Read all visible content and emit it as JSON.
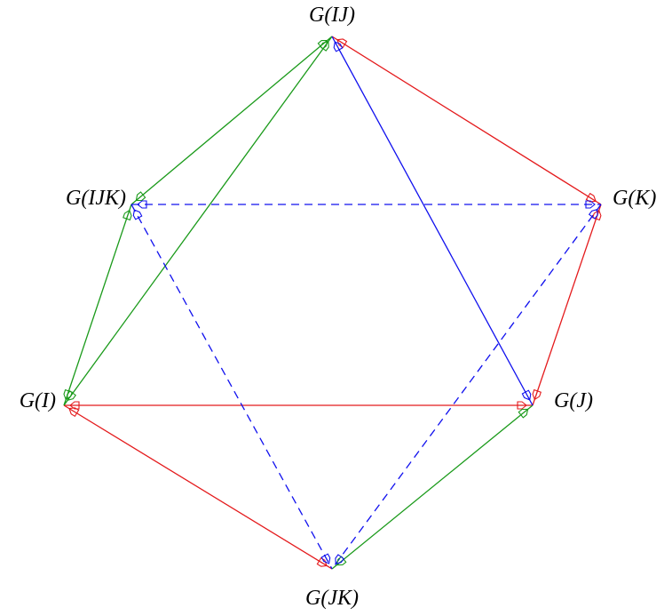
{
  "colors": {
    "red": "#e41a1c",
    "green": "#1a9a1a",
    "blue": "#1010ee",
    "text": "#000000"
  },
  "nodes": {
    "IJ": {
      "label": "G(IJ)"
    },
    "K": {
      "label": "G(K)"
    },
    "IJK": {
      "label": "G(IJK)"
    },
    "I": {
      "label": "G(I)"
    },
    "J": {
      "label": "G(J)"
    },
    "JK": {
      "label": "G(JK)"
    }
  },
  "edges": [
    {
      "from": "IJ",
      "to": "K",
      "color": "red",
      "style": "solid"
    },
    {
      "from": "K",
      "to": "J",
      "color": "red",
      "style": "solid"
    },
    {
      "from": "I",
      "to": "J",
      "color": "red",
      "style": "solid"
    },
    {
      "from": "I",
      "to": "JK",
      "color": "red",
      "style": "solid"
    },
    {
      "from": "IJ",
      "to": "IJK",
      "color": "green",
      "style": "solid"
    },
    {
      "from": "IJ",
      "to": "I",
      "color": "green",
      "style": "solid"
    },
    {
      "from": "IJK",
      "to": "I",
      "color": "green",
      "style": "solid"
    },
    {
      "from": "J",
      "to": "JK",
      "color": "green",
      "style": "solid"
    },
    {
      "from": "IJ",
      "to": "J",
      "color": "blue",
      "style": "solid"
    },
    {
      "from": "IJK",
      "to": "K",
      "color": "blue",
      "style": "dashed"
    },
    {
      "from": "IJK",
      "to": "JK",
      "color": "blue",
      "style": "dashed"
    },
    {
      "from": "K",
      "to": "JK",
      "color": "blue",
      "style": "dashed"
    }
  ]
}
